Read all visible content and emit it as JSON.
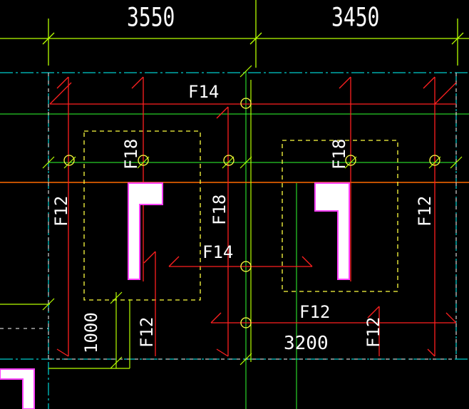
{
  "drawing": {
    "dimensions": {
      "top_left": "3550",
      "top_right": "3450",
      "bottom_mid": "3200",
      "left_vertical": "1000"
    },
    "rebar_labels": {
      "f14_top": "F14",
      "f14_mid": "F14",
      "f18_left": "F18",
      "f18_right": "F18",
      "f18_center": "F18",
      "f12_left": "F12",
      "f12_right": "F12",
      "f12_bottom_left": "F12",
      "f12_bottom_mid": "F12",
      "f12_bottom_right": "F12"
    },
    "colors": {
      "background": "#000000",
      "rebar": "#ff2020",
      "dimension": "#b6ff00",
      "axis": "#00ffff",
      "grid": "#30ff30",
      "column": "#ff40ff",
      "dashed_box": "#ffff40",
      "beam_line": "#ff6a00",
      "text": "#ffffff"
    }
  }
}
